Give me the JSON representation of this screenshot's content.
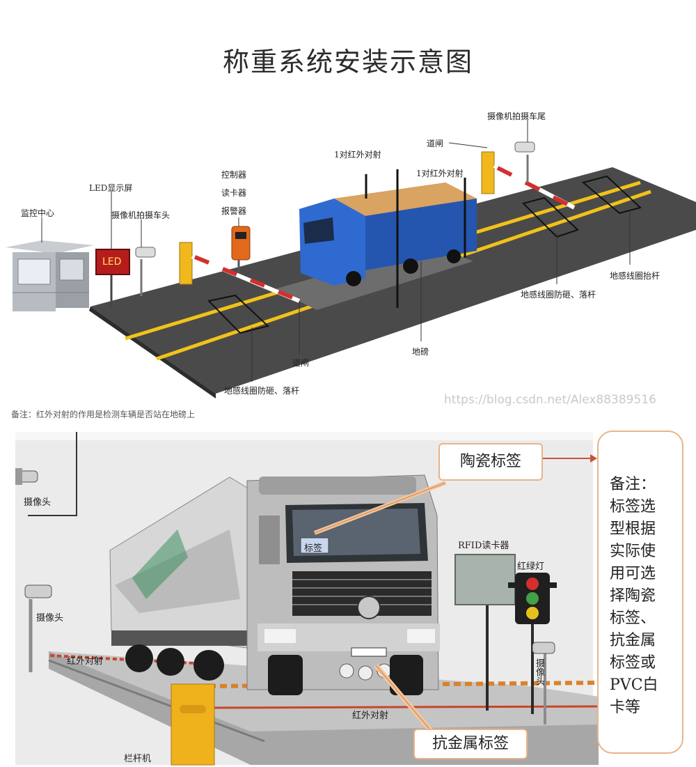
{
  "title": "称重系统安装示意图",
  "top_labels": {
    "monitor_center": "监控中心",
    "led_screen": "LED显示屏",
    "led_text": "LED",
    "camera_front": "摄像机拍摄车头",
    "controller": "控制器",
    "card_reader": "读卡器",
    "alarm": "报警器",
    "ir1": "1对红外对射",
    "gate_top": "道闸",
    "ir2": "1对红外对射",
    "camera_rear": "摄像机拍摄车尾",
    "loop_lift": "地感线圈抬杆",
    "loop_right": "地感线圈防砸、落杆",
    "scale": "地磅",
    "gate_bottom": "道闸",
    "loop_left": "地感线圈防砸、落杆"
  },
  "top_note": "备注：红外对射的作用是检测车辆是否站在地磅上",
  "watermark": "https://blog.csdn.net/Alex88389516",
  "bottom_labels": {
    "camera1": "摄像头",
    "camera2": "摄像头",
    "camera3": "摄像头",
    "ceramic_tag": "陶瓷标签",
    "tag_on_glass": "标签",
    "rfid_reader": "RFID读卡器",
    "traffic_light": "红绿灯",
    "ir_left": "红外对射",
    "ir_bottom": "红外对射",
    "anti_metal_tag": "抗金属标签",
    "barrier": "栏杆机"
  },
  "side_note": {
    "heading": "备注：",
    "lines": [
      "标签选",
      "型根据",
      "实际使",
      "用可选",
      "择陶瓷",
      "标签、",
      "抗金属",
      "标签或",
      "PVC白",
      "卡等"
    ]
  }
}
